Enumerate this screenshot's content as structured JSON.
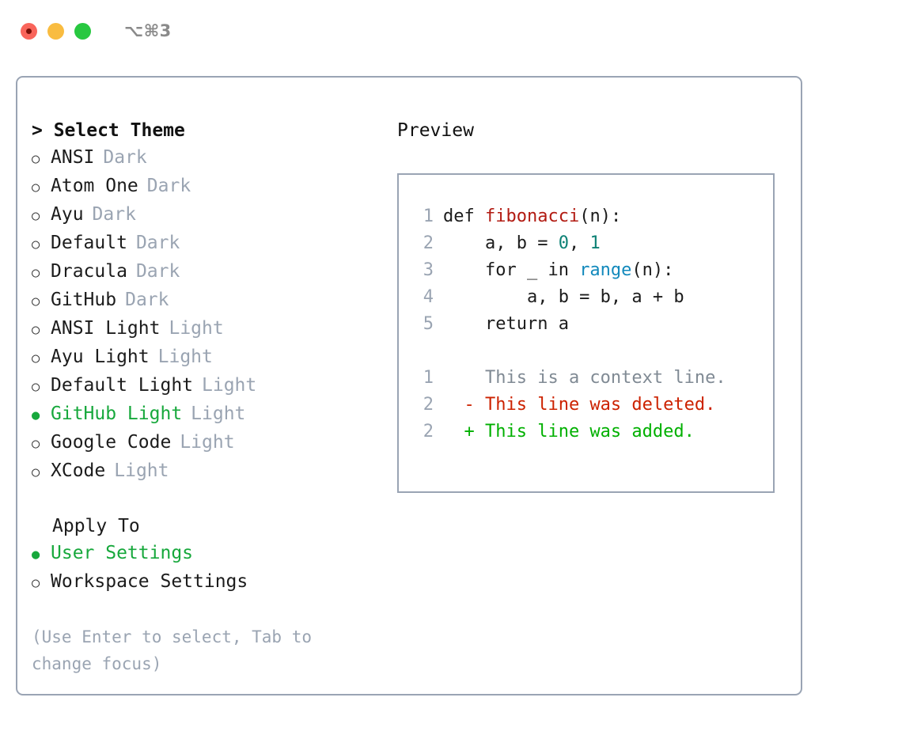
{
  "titlebar": {
    "shortcut": "⌥⌘3",
    "buttons": [
      {
        "name": "close",
        "color": "#f9655b"
      },
      {
        "name": "minimize",
        "color": "#f9bc40"
      },
      {
        "name": "maximize",
        "color": "#28c840"
      }
    ]
  },
  "theme_picker": {
    "heading": "> Select Theme",
    "bullet_unselected": "○",
    "bullet_selected": "●",
    "items": [
      {
        "label": "ANSI",
        "tag": "Dark",
        "selected": false
      },
      {
        "label": "Atom One",
        "tag": "Dark",
        "selected": false
      },
      {
        "label": "Ayu",
        "tag": "Dark",
        "selected": false
      },
      {
        "label": "Default",
        "tag": "Dark",
        "selected": false
      },
      {
        "label": "Dracula",
        "tag": "Dark",
        "selected": false
      },
      {
        "label": "GitHub",
        "tag": "Dark",
        "selected": false
      },
      {
        "label": "ANSI Light",
        "tag": "Light",
        "selected": false
      },
      {
        "label": "Ayu Light",
        "tag": "Light",
        "selected": false
      },
      {
        "label": "Default Light",
        "tag": "Light",
        "selected": false
      },
      {
        "label": "GitHub Light",
        "tag": "Light",
        "selected": true
      },
      {
        "label": "Google Code",
        "tag": "Light",
        "selected": false
      },
      {
        "label": "XCode",
        "tag": "Light",
        "selected": false
      }
    ]
  },
  "apply_to": {
    "heading": "Apply To",
    "items": [
      {
        "label": "User Settings",
        "selected": true
      },
      {
        "label": "Workspace Settings",
        "selected": false
      }
    ]
  },
  "hint": "(Use Enter to select, Tab to change focus)",
  "preview": {
    "title": "Preview",
    "code_lines": [
      {
        "lineno": "1",
        "tokens": [
          {
            "t": "def ",
            "c": "kw"
          },
          {
            "t": "fibonacci",
            "c": "fn"
          },
          {
            "t": "(n):",
            "c": "pl"
          }
        ]
      },
      {
        "lineno": "2",
        "tokens": [
          {
            "t": "    a, b = ",
            "c": "pl"
          },
          {
            "t": "0",
            "c": "num"
          },
          {
            "t": ", ",
            "c": "pl"
          },
          {
            "t": "1",
            "c": "num"
          }
        ]
      },
      {
        "lineno": "3",
        "tokens": [
          {
            "t": "    for _ in ",
            "c": "kw"
          },
          {
            "t": "range",
            "c": "bi"
          },
          {
            "t": "(n):",
            "c": "pl"
          }
        ]
      },
      {
        "lineno": "4",
        "tokens": [
          {
            "t": "        a, b = b, a + b",
            "c": "pl"
          }
        ]
      },
      {
        "lineno": "5",
        "tokens": [
          {
            "t": "    return a",
            "c": "kw"
          }
        ]
      }
    ],
    "diff_lines": [
      {
        "lineno": "1",
        "marker": "  ",
        "text": "This is a context line.",
        "kind": "ctx"
      },
      {
        "lineno": "2",
        "marker": "- ",
        "text": "This line was deleted.",
        "kind": "del"
      },
      {
        "lineno": "2",
        "marker": "+ ",
        "text": "This line was added.",
        "kind": "add"
      }
    ]
  },
  "colors": {
    "accent_green": "#17a83c",
    "muted": "#9aa4b2",
    "border": "#9aa4b4",
    "diff_add": "#00b000",
    "diff_del": "#cc2200",
    "fn_red": "#b21b12",
    "builtin_blue": "#1289bc",
    "number_teal": "#0d8175"
  }
}
